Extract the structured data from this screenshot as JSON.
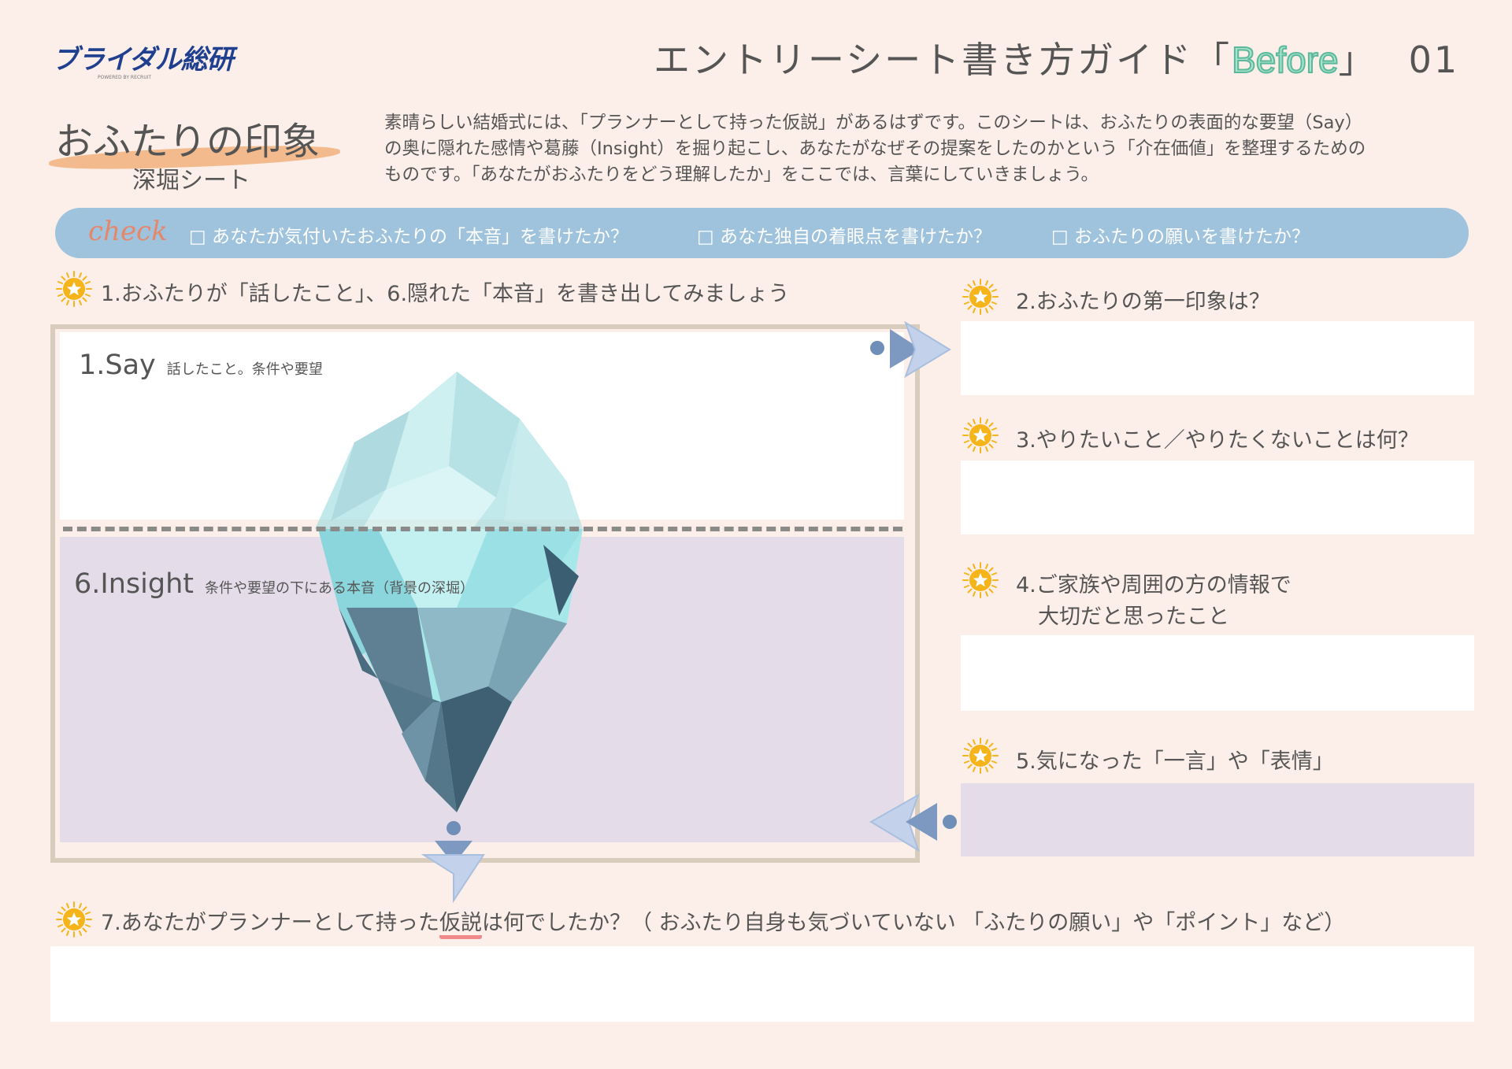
{
  "header": {
    "logo_text": "ブライダル総研",
    "logo_sub": "POWERED BY RECRUIT",
    "title_prefix": "エントリーシート書き方ガイド「",
    "title_highlight": "Before",
    "title_suffix": "」",
    "page_number": "01"
  },
  "sheet_title": {
    "main": "おふたりの印象",
    "sub": "深堀シート"
  },
  "intro": [
    "素晴らしい結婚式には、「プランナーとして持った仮説」があるはずです。このシートは、おふたりの表面的な要望（Say）",
    "の奥に隠れた感情や葛藤（Insight）を掘り起こし、あなたがなぜその提案をしたのかという「介在価値」を整理するための",
    "ものです。「あなたがおふたりをどう理解したか」をここでは、言葉にしていきましょう。"
  ],
  "checklist": {
    "logo": "check",
    "items": [
      "□ あなたが気付いたおふたりの「本音」を書けたか？",
      "□ あなた独自の着眼点を書けたか？",
      "□ おふたりの願いを書けたか？"
    ]
  },
  "questions": {
    "q1": "1.おふたりが「話したこと」、6.隠れた「本音」を書き出してみましょう",
    "q2": "2.おふたりの第一印象は？",
    "q3": "3.やりたいこと／やりたくないことは何？",
    "q4_line1": "4.ご家族や周囲の方の情報で",
    "q4_line2": "大切だと思ったこと",
    "q5": "5.気になった「一言」や「表情」",
    "q7_before": "7.あなたがプランナーとして持った",
    "q7_emph": "仮説",
    "q7_after": "は何でしたか？（ おふたり自身も気づいていない 「ふたりの願い」や「ポイント」など）"
  },
  "iceberg": {
    "say_title": "1.Say",
    "say_note": "話したこと。条件や要望",
    "insight_title": "6.Insight",
    "insight_note": "条件や要望の下にある本音（背景の深堀）"
  },
  "colors": {
    "background": "#fcefe9",
    "check_bar": "#9fc3dc",
    "insight_fill": "#e4dde9",
    "arrow": "#a9bfdf",
    "star": "#f4b41a",
    "accent_underline": "#f08a8a"
  }
}
